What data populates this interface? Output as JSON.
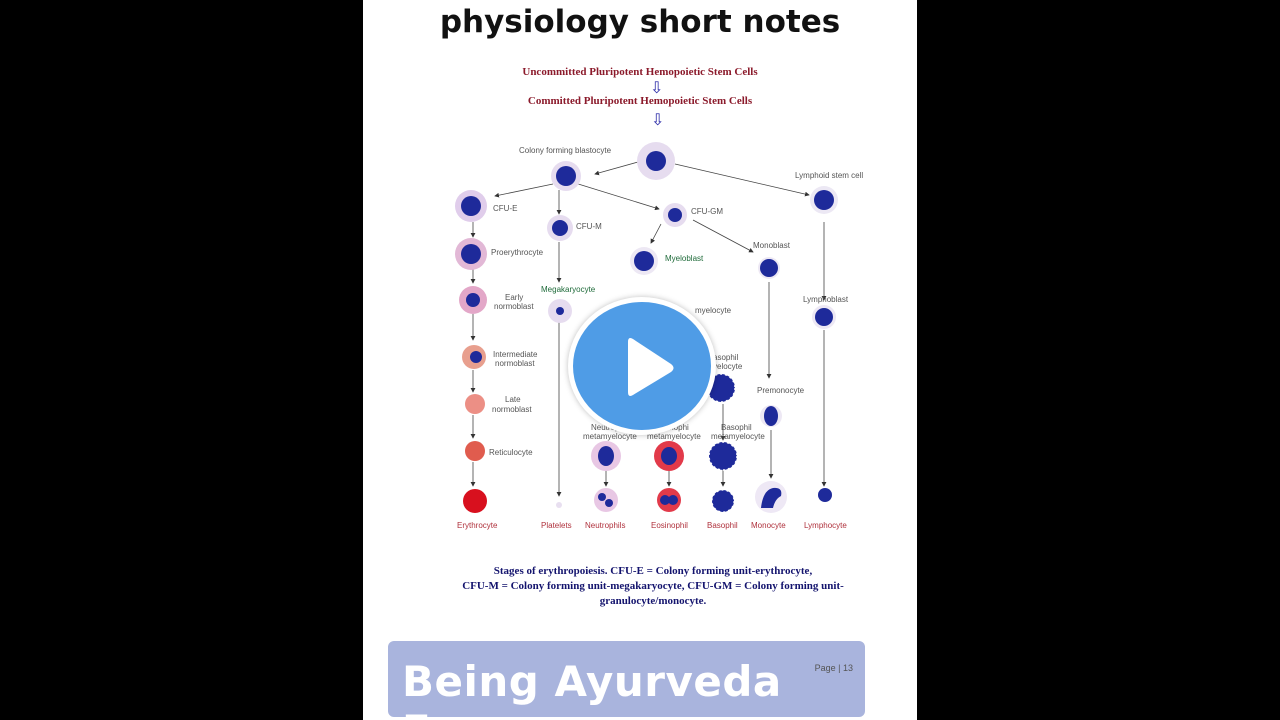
{
  "title": "physiology short notes",
  "headers": {
    "top": "Uncommitted Pluripotent Hemopoietic Stem Cells",
    "second": "Committed Pluripotent Hemopoietic Stem Cells"
  },
  "diagram": {
    "labels": {
      "colony_forming_blastocyte": "Colony forming blastocyte",
      "lymphoid_stem_cell": "Lymphoid stem cell",
      "cfu_e": "CFU-E",
      "cfu_m": "CFU-M",
      "cfu_gm": "CFU-GM",
      "proerythrocyte": "Proerythrocyte",
      "early_normoblast_1": "Early",
      "early_normoblast_2": "normoblast",
      "intermediate_normoblast_1": "Intermediate",
      "intermediate_normoblast_2": "normoblast",
      "late_normoblast_1": "Late",
      "late_normoblast_2": "normoblast",
      "reticulocyte": "Reticulocyte",
      "megakaryocyte": "Megakaryocyte",
      "myeloblast": "Myeloblast",
      "myelocyte_partial": "myelocyte",
      "basophil_myelocyte_1": "asophil",
      "basophil_myelocyte_2": "yelocyte",
      "monoblast": "Monoblast",
      "promonocyte": "Premonocyte",
      "lymphoblast": "Lymphoblast",
      "neutrophil_metamyelocyte_1": "Neutrop",
      "neutrophil_metamyelocyte_2": "metamyelocyte",
      "eosinophil_metamyelocyte_1": "osinophi",
      "eosinophil_metamyelocyte_2": "metamyelocyte",
      "basophil_metamyelocyte_1": "Basophil",
      "basophil_metamyelocyte_2": "metamyelocyte"
    },
    "final_cells": {
      "erythrocyte": "Erythrocyte",
      "platelets": "Platelets",
      "neutrophils": "Neutrophils",
      "eosinophil": "Eosinophil",
      "basophil": "Basophil",
      "monocyte": "Monocyte",
      "lymphocyte": "Lymphocyte"
    }
  },
  "caption": {
    "line1": "Stages of erythropoiesis. CFU-E = Colony forming unit-erythrocyte,",
    "line2": "CFU-M = Colony forming unit-megakaryocyte, CFU-GM = Colony forming unit-",
    "line3": "granulocyte/monocyte."
  },
  "footer": {
    "brand": "Being Ayurveda Era",
    "page": "Page | 13"
  },
  "colors": {
    "header_red": "#8b1a2b",
    "caption_navy": "#14146e",
    "footer_bg": "#a9b4dd",
    "play_blue": "#4f9ce6",
    "nucleus_blue": "#1e2a9a"
  },
  "icons": {
    "play": "play-icon",
    "arrow": "down-arrow-icon"
  }
}
